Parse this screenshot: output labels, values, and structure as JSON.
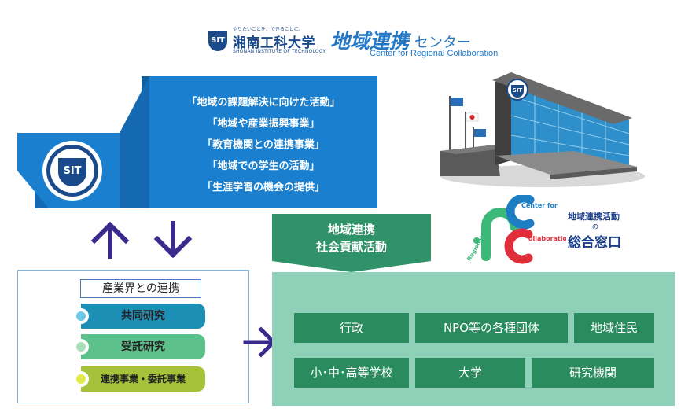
{
  "header": {
    "tagline": "やりたいことを、できることに。",
    "univ_name": "湘南工科大学",
    "univ_name_en": "SHONAN INSTITUTE OF TECHNOLOGY",
    "center_name_jp": "地域連携",
    "center_name_kana": "センター",
    "center_name_en": "Center for Regional Collaboration",
    "logo_text": "SIT"
  },
  "activities": [
    "「地域の課題解決に向けた活動」",
    "「地域や産業振興事業」",
    "「教育機関との連携事業」",
    "「地域での学生の活動」",
    "「生涯学習の機会の提供」"
  ],
  "industry": {
    "title": "産業界との連携",
    "items": [
      {
        "label": "共同研究",
        "color": "#1d8fb5",
        "dot": "#6ec8e8"
      },
      {
        "label": "受託研究",
        "color": "#5cc08a",
        "dot": "#a8dfb8"
      },
      {
        "label": "連携事業・委託事業",
        "color": "#a5c23a",
        "dot": "#e2ea4a"
      }
    ]
  },
  "community": {
    "heading_line1": "地域連携",
    "heading_line2": "社会貢献活動",
    "row1": [
      "行政",
      "NPO等の各種団体",
      "地域住民"
    ],
    "row2": [
      "小･中･高等学校",
      "大学",
      "研究機関"
    ]
  },
  "rc_logo": {
    "text_center_for": "Center for",
    "text_regional": "Regional",
    "text_collaboration": "ollaboration"
  },
  "rc_label": {
    "line1": "地域連携活動",
    "line2": "の",
    "line3": "総合窓口"
  },
  "building": {
    "logo_text": "SIT"
  },
  "colors": {
    "primary_blue": "#1a7fce",
    "dark_green": "#2a8b5e",
    "light_green": "#8fd1b8",
    "arrow_purple": "#3a2a8c"
  }
}
